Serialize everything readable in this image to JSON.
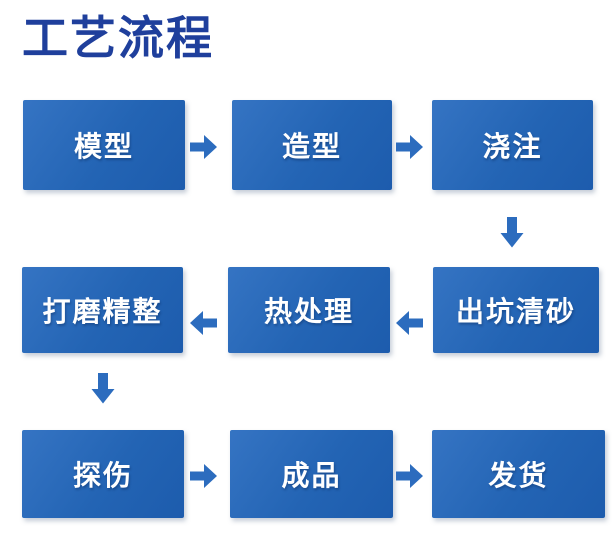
{
  "title": "工艺流程",
  "colors": {
    "background": "#ffffff",
    "title_text": "#1f3f9c",
    "box_gradient_start": "#3574c3",
    "box_gradient_end": "#1d5cad",
    "box_text": "#ffffff",
    "arrow": "#2c6cbe"
  },
  "steps": [
    {
      "id": "model",
      "label": "模型"
    },
    {
      "id": "molding",
      "label": "造型"
    },
    {
      "id": "pouring",
      "label": "浇注"
    },
    {
      "id": "grinding-finishing",
      "label": "打磨精整"
    },
    {
      "id": "heat-treatment",
      "label": "热处理"
    },
    {
      "id": "pit-removal-sand-cleaning",
      "label": "出坑清砂"
    },
    {
      "id": "flaw-detection",
      "label": "探伤"
    },
    {
      "id": "finished-product",
      "label": "成品"
    },
    {
      "id": "shipping",
      "label": "发货"
    }
  ],
  "connectors": [
    {
      "from": "模型",
      "to": "造型",
      "direction": "right"
    },
    {
      "from": "造型",
      "to": "浇注",
      "direction": "right"
    },
    {
      "from": "浇注",
      "to": "出坑清砂",
      "direction": "down"
    },
    {
      "from": "出坑清砂",
      "to": "热处理",
      "direction": "left"
    },
    {
      "from": "热处理",
      "to": "打磨精整",
      "direction": "left"
    },
    {
      "from": "打磨精整",
      "to": "探伤",
      "direction": "down"
    },
    {
      "from": "探伤",
      "to": "成品",
      "direction": "right"
    },
    {
      "from": "成品",
      "to": "发货",
      "direction": "right"
    }
  ]
}
